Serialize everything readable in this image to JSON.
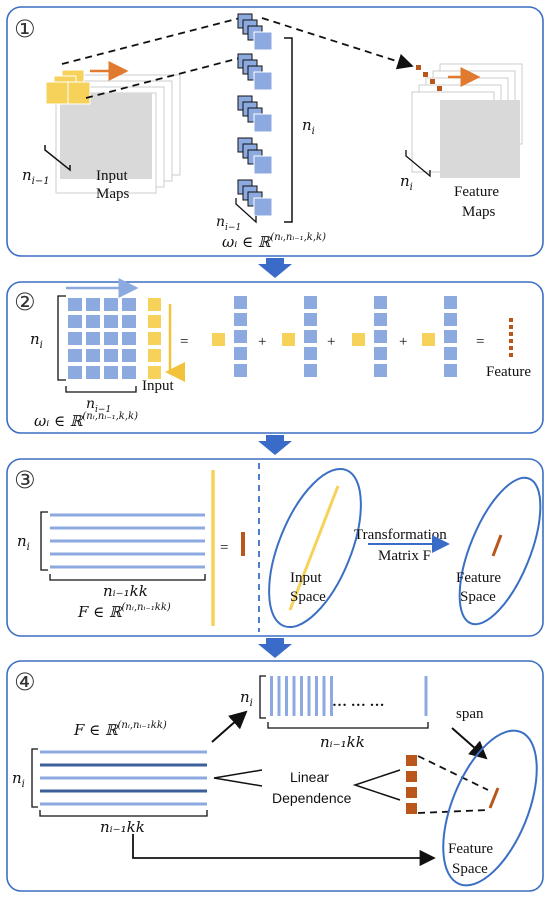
{
  "colors": {
    "panel_border": "#3B6FC4",
    "arrow_blue": "#3A6BC8",
    "blue_cell": "#8CAAE0",
    "blue_dark": "#3D5F99",
    "yellow": "#F7D25A",
    "orange": "#E07A2E",
    "brown": "#B8561B",
    "gray": "#D9D9D9"
  },
  "panel1": {
    "number": "①",
    "input_label_1": "Input",
    "input_label_2": "Maps",
    "feature_label_1": "Feature",
    "feature_label_2": "Maps",
    "n_i": "n",
    "n_i_sub": "i",
    "n_im1": "n",
    "n_im1_sub": "i−1",
    "weight_formula": "ωᵢ ∈ ℝ",
    "weight_sup": "(nᵢ,nᵢ₋₁,k,k)"
  },
  "panel2": {
    "number": "②",
    "n_i": "n",
    "n_i_sub": "i",
    "n_im1": "n",
    "n_im1_sub": "i−1",
    "input_label": "Input",
    "feature_label": "Feature",
    "ops": [
      "=",
      "+",
      "+",
      "+",
      "="
    ],
    "weight_formula": "ωᵢ ∈ ℝ",
    "weight_sup": "(nᵢ,nᵢ₋₁,k,k)"
  },
  "panel3": {
    "number": "③",
    "n_i": "n",
    "n_i_sub": "i",
    "cols": "nᵢ₋₁kk",
    "F_formula": "F ∈ ℝ",
    "F_sup": "(nᵢ,nᵢ₋₁kk)",
    "eq": "=",
    "input_space_1": "Input",
    "input_space_2": "Space",
    "transform_1": "Transformation",
    "transform_2": "Matrix F",
    "feature_space_1": "Feature",
    "feature_space_2": "Space"
  },
  "panel4": {
    "number": "④",
    "F_formula": "F ∈ ℝ",
    "F_sup": "(nᵢ,nᵢ₋₁kk)",
    "n_i": "n",
    "n_i_sub": "i",
    "cols": "nᵢ₋₁kk",
    "dots": "… … …",
    "span": "span",
    "linear_1": "Linear",
    "linear_2": "Dependence",
    "feature_space_1": "Feature",
    "feature_space_2": "Space"
  }
}
